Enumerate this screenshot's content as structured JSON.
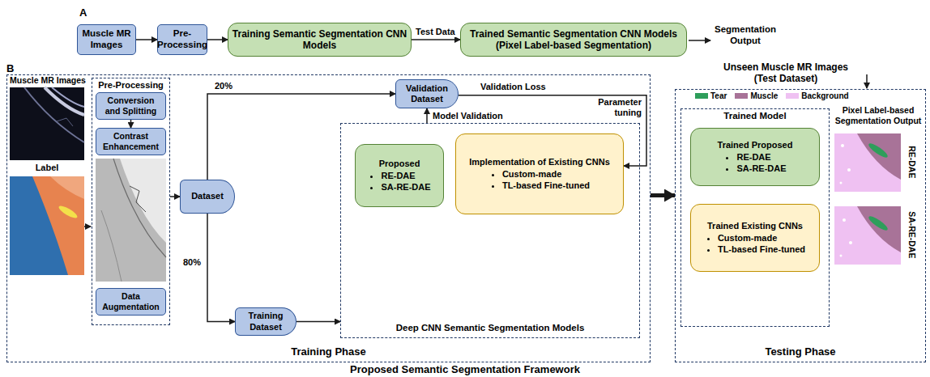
{
  "diagram": {
    "caption": "Proposed Semantic Segmentation Framework",
    "nodes": [
      {
        "text": [
          "Muscle MR Images"
        ]
      },
      {
        "text": [
          "Pre-Processing"
        ]
      },
      {
        "text": [
          "Training Semantic Segmentation CNN Models"
        ]
      },
      {
        "text": [
          "Trained Semantic Segmentation CNN Models (Pixel Label-based Segmentation)"
        ]
      },
      {
        "text": [
          "Training Phase"
        ]
      },
      {
        "text": [
          "Pre-Processing"
        ],
        "in": 4
      },
      {
        "text": [
          "Conversion and Splitting"
        ],
        "in": 5
      },
      {
        "text": [
          "Contrast Enhancement"
        ],
        "in": 5
      },
      {
        "text": [
          "Data Augmentation"
        ],
        "in": 5
      },
      {
        "text": [
          "Dataset"
        ],
        "in": 4
      },
      {
        "text": [
          "Validation Dataset"
        ],
        "in": 4
      },
      {
        "text": [
          "Training Dataset"
        ],
        "in": 4
      },
      {
        "text": [
          "Deep CNN Semantic Segmentation Models"
        ],
        "in": 4
      },
      {
        "text": [
          "Proposed",
          "RE-DAE",
          "SA-RE-DAE"
        ],
        "in": 12
      },
      {
        "text": [
          "Implementation of Existing CNNs",
          "Custom-made",
          "TL-based Fine-tuned"
        ],
        "in": 12
      },
      {
        "text": [
          "Testing Phase"
        ]
      },
      {
        "text": [
          "Trained Model"
        ],
        "in": 15
      },
      {
        "text": [
          "Trained Proposed",
          "RE-DAE",
          "SA-RE-DAE"
        ],
        "in": 16
      },
      {
        "text": [
          "Trained Existing CNNs",
          "Custom-made",
          "TL-based Fine-tuned"
        ],
        "in": 16
      }
    ],
    "edges": [
      {
        "from": 0,
        "to": 1,
        "arrow": "to"
      },
      {
        "from": 1,
        "to": 2,
        "arrow": "to"
      },
      {
        "from": 2,
        "to": 3,
        "label": "Test Data",
        "arrow": "to"
      },
      {
        "from": 6,
        "to": 7,
        "arrow": "to"
      },
      {
        "from": 5,
        "to": 9,
        "arrow": "to"
      },
      {
        "from": 9,
        "to": 10,
        "label": "20%",
        "arrow": "to"
      },
      {
        "from": 9,
        "to": 11,
        "label": "80%",
        "arrow": "to"
      },
      {
        "from": 11,
        "to": 12,
        "arrow": "to"
      },
      {
        "from": 12,
        "to": 10,
        "label": "Model Validation",
        "arrow": "to"
      },
      {
        "from": 10,
        "to": 14,
        "label": "Validation Loss",
        "arrow": "to"
      },
      {
        "from": 4,
        "to": 15,
        "arrow": "to"
      }
    ],
    "labels": [
      "A",
      "Segmentation Output",
      "B",
      "Muscle MR Images",
      "Label",
      "Parameter tuning",
      "Unseen Muscle MR Images (Test Dataset)",
      "Pixel Label-based Segmentation Output",
      "RE-DAE",
      "SA-RE-DAE"
    ],
    "legend": [
      {
        "text": "Tear",
        "color": "#2e9e5b"
      },
      {
        "text": "Muscle",
        "color": "#a87398"
      },
      {
        "text": "Background",
        "color": "#efc1f2"
      }
    ]
  }
}
